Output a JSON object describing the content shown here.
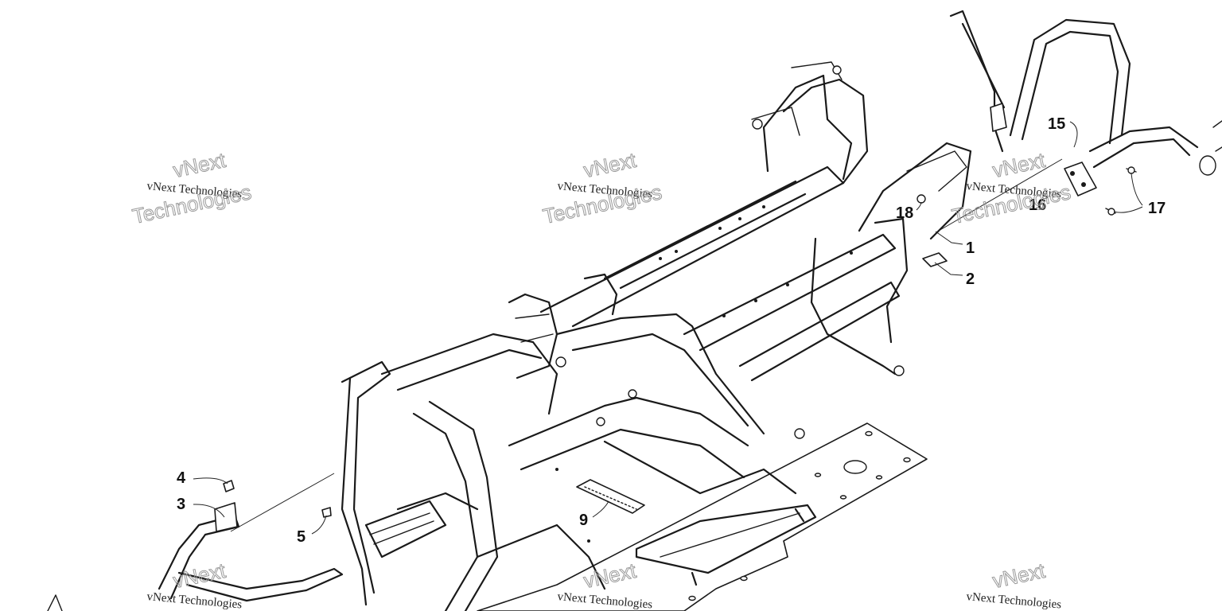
{
  "diagram": {
    "callouts": [
      "1",
      "2",
      "3",
      "4",
      "5",
      "9",
      "15",
      "16",
      "17",
      "18"
    ],
    "watermark": {
      "small": "vNext Technologies",
      "large_top": "vNext",
      "large_bottom": "Technologies"
    }
  }
}
